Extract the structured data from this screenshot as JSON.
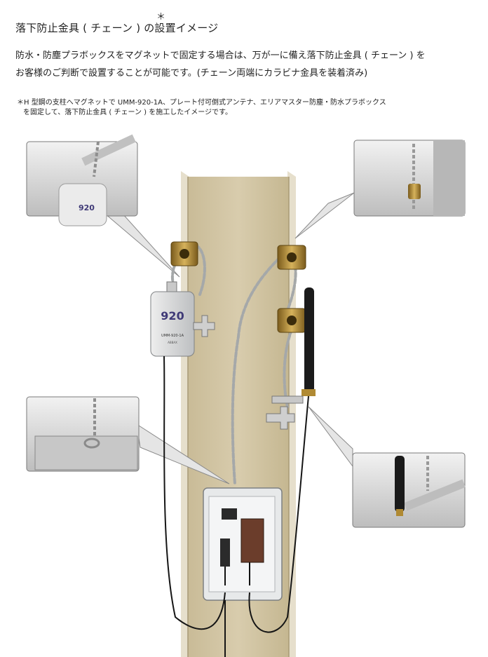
{
  "header": {
    "asterisk": "＊",
    "title": "落下防止金具 ( チェーン ) の設置イメージ"
  },
  "intro": {
    "line1": "防水・防塵プラボックスをマグネットで固定する場合は、万が一に備え落下防止金具 ( チェーン ) を",
    "line2": "お客様のご判断で設置することが可能です。(チェーン両端にカラビナ金具を装着済み)"
  },
  "note": {
    "line1": "＊H 型鋼の支柱へマグネットで UMM-920-1A、プレート付可倒式アンテナ、エリアマスター防塵・防水プラボックス",
    "line2": "を固定して、落下防止金具 ( チェーン ) を施工したイメージです。"
  },
  "device": {
    "number": "920",
    "model": "UMM-920-1A",
    "brand": "ABBAX"
  },
  "callout_box_label": "920",
  "colors": {
    "beam": "#d4c7a6",
    "beam_edge": "#b9ab88",
    "chain": "#a9acad",
    "magnet_brass": "#b8923a",
    "cable": "#1a1a1a",
    "enclosure": "#d9dcdd"
  }
}
